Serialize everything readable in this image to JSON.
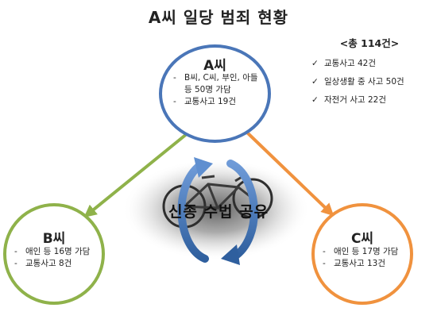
{
  "title": "A씨 일당 범죄 현황",
  "summary": {
    "title": "<총 114건>",
    "items": [
      "교통사고 42건",
      "일상생활 중 사고 50건",
      "자전거 사고 22건"
    ]
  },
  "node_a": {
    "title": "A씨",
    "items": [
      "B씨, C씨, 부인, 아들 등 50명 가담",
      "교통사고 19건"
    ]
  },
  "node_b": {
    "title": "B씨",
    "items": [
      "애인 등 16명 가담",
      "교통사고 8건"
    ]
  },
  "node_c": {
    "title": "C씨",
    "items": [
      "애인 등 17명 가담",
      "교통사고 13건"
    ]
  },
  "center": {
    "label": "신종 수법 공유"
  },
  "colors": {
    "a": "#4a76b8",
    "b": "#8fb24a",
    "c": "#f0923e",
    "cycle": "#3f6fb5"
  },
  "icons": {
    "center_image": "bicycle-photo",
    "cycle": "circular-arrows-icon",
    "check": "check-icon"
  }
}
